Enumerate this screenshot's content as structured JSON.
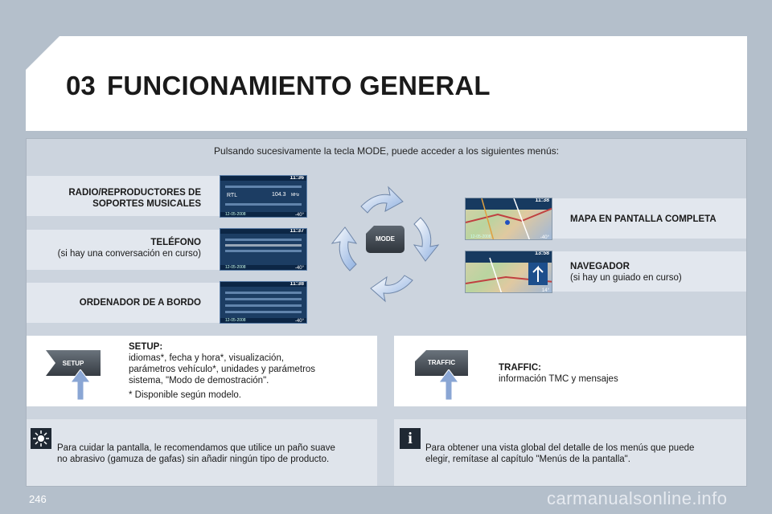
{
  "chapter_number": "03",
  "chapter_title": "FUNCIONAMIENTO GENERAL",
  "intro": "Pulsando sucesivamente la tecla MODE, puede acceder a los siguientes menús:",
  "mode_key": "MODE",
  "menus_left": [
    {
      "title": "RADIO/REPRODUCTORES DE SOPORTES MUSICALES",
      "title_line1": "RADIO/REPRODUCTORES DE",
      "title_line2": "SOPORTES MUSICALES",
      "sub": ""
    },
    {
      "title": "TELÉFONO",
      "sub": "(si hay una conversación en curso)"
    },
    {
      "title": "ORDENADOR DE A BORDO",
      "sub": ""
    }
  ],
  "menus_right": [
    {
      "title": "MAPA EN PANTALLA COMPLETA",
      "sub": ""
    },
    {
      "title": "NAVEGADOR",
      "sub": "(si hay un guiado en curso)"
    }
  ],
  "screens": {
    "radio": {
      "clock": "11:36",
      "station": "RTL",
      "freq": "104.3",
      "unit": "MHz",
      "date": "12-05-2008",
      "temp": "-40°"
    },
    "phone": {
      "clock": "11:37",
      "date": "12-05-2008",
      "temp": "-40°"
    },
    "computer": {
      "clock": "11:38",
      "date": "12-05-2008",
      "temp": "-40°"
    },
    "map": {
      "clock": "11:38",
      "date": "12-05-2008",
      "temp": "-40°"
    },
    "nav": {
      "clock": "13:58",
      "temp": "14°"
    }
  },
  "setup": {
    "key": "SETUP",
    "heading": "SETUP:",
    "text": "idiomas*, fecha y hora*, visualización, parámetros vehículo*, unidades y parámetros sistema, \"Modo de demostración\".",
    "line1": "idiomas*, fecha y hora*, visualización,",
    "line2": "parámetros vehículo*, unidades y parámetros",
    "line3": "sistema, \"Modo de demostración\".",
    "footnote": "* Disponible según modelo."
  },
  "traffic": {
    "key": "TRAFFIC",
    "heading": "TRAFFIC:",
    "text": "información TMC y mensajes"
  },
  "note_care": {
    "line1": "Para cuidar la pantalla, le recomendamos que utilice un paño suave",
    "line2": "no abrasivo (gamuza de gafas) sin añadir ningún tipo de producto."
  },
  "note_info": {
    "line1": "Para obtener una vista global del detalle de los menús que puede",
    "line2": "elegir, remítase al capítulo \"Menús de la pantalla\"."
  },
  "page_number": "246",
  "watermark": "carmanualsonline.info"
}
